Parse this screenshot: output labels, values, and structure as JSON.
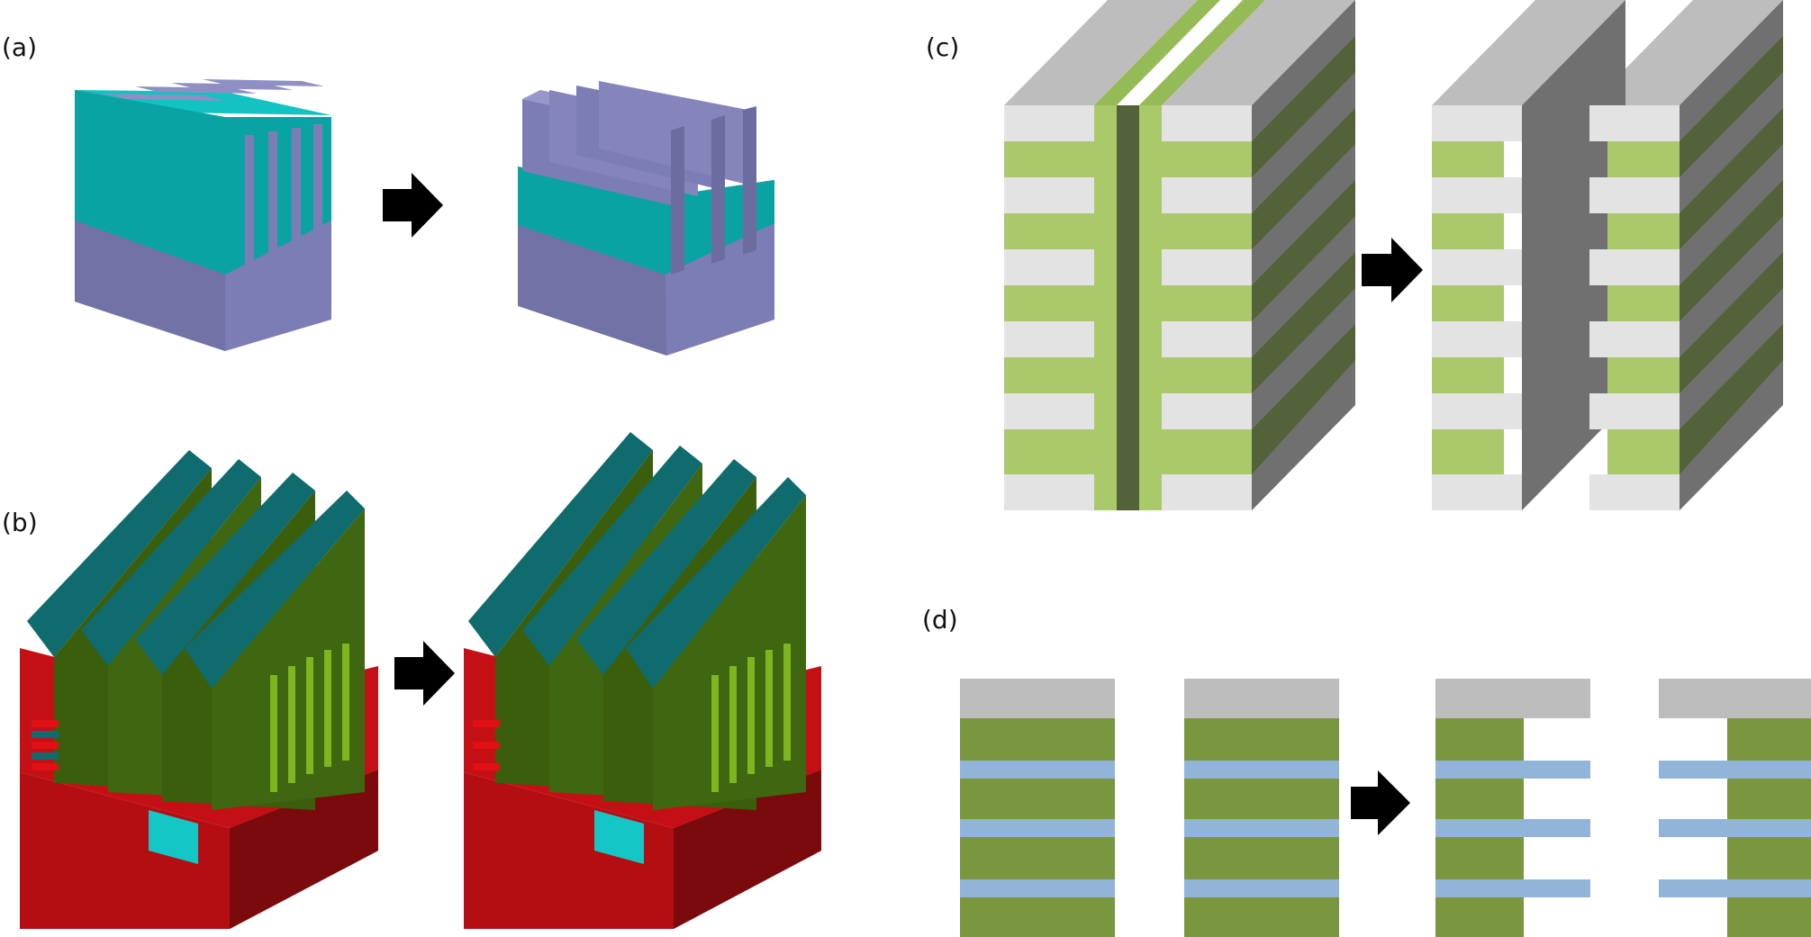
{
  "panels": {
    "a": {
      "label": "(a)"
    },
    "b": {
      "label": "(b)"
    },
    "c": {
      "label": "(c)"
    },
    "d": {
      "label": "(d)"
    }
  },
  "colors": {
    "cyan": "#0aa3a3",
    "cyan_top": "#13c2c2",
    "purple": "#7d7db5",
    "purple_dark": "#6f6fa3",
    "purple_top": "#9090c8",
    "red": "#b40e12",
    "red_dark": "#7a0a0c",
    "red_bright": "#e01014",
    "teal": "#0f6b6e",
    "green": "#3a5e0c",
    "green_light": "#7fb51f",
    "light_gray": "#e3e3e3",
    "mid_gray": "#bdbdbd",
    "dark_gray": "#707070",
    "light_green": "#a9c96b",
    "dark_olive": "#546239",
    "olive": "#7a963e",
    "blue": "#93b4d9",
    "black": "#000000"
  },
  "icons": [
    "arrow-right-icon"
  ]
}
